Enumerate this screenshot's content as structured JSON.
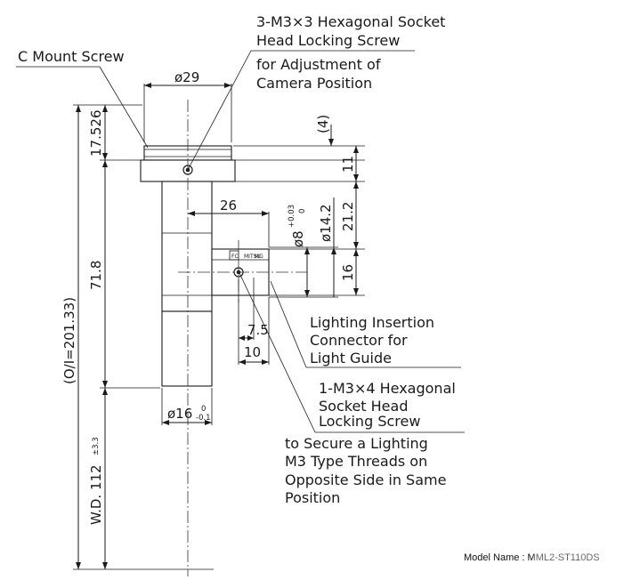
{
  "labels": {
    "c_mount_screw": "C Mount Screw",
    "hex_screw_top_line1": "3-M3×3 Hexagonal Socket",
    "hex_screw_top_line2": "Head Locking Screw",
    "adjust_line1": "for Adjustment of",
    "adjust_line2": "Camera Position",
    "lighting_line1": "Lighting Insertion",
    "lighting_line2": "Connector for",
    "lighting_line3": "Light Guide",
    "hex_screw_side_line1": "1-M3×4 Hexagonal",
    "hex_screw_side_line2": "Socket Head",
    "hex_screw_side_line3": "Locking Screw",
    "secure_line1": "to Secure a Lighting",
    "secure_line2": "M3 Type Threads on",
    "secure_line3": "Opposite Side in Same",
    "secure_line4": "Position",
    "model_name": "Model Name : MML2-ST110DS"
  },
  "dimensions": {
    "d29": "ø29",
    "d26": "26",
    "d16_top": "ø16",
    "d16_tol_upper": "0",
    "d16_tol_lower": "-0.1",
    "d8": "ø8",
    "d8_tol_upper": "+0.03",
    "d8_tol_lower": "0",
    "d14_2": "ø14.2",
    "d7_5": "7.5",
    "d10": "10",
    "v17_526": "17.526",
    "v71_8": "71.8",
    "v_oi": "(O/I=201.33)",
    "v_wd": "W.D. 112",
    "v_wd_tol": "±3.3",
    "v4": "(4)",
    "v11": "11",
    "v21_2": "21.2",
    "v16": "16"
  },
  "connector_marks": {
    "fc": "FC",
    "mitsu": "MITSU",
    "mg": "MG"
  }
}
